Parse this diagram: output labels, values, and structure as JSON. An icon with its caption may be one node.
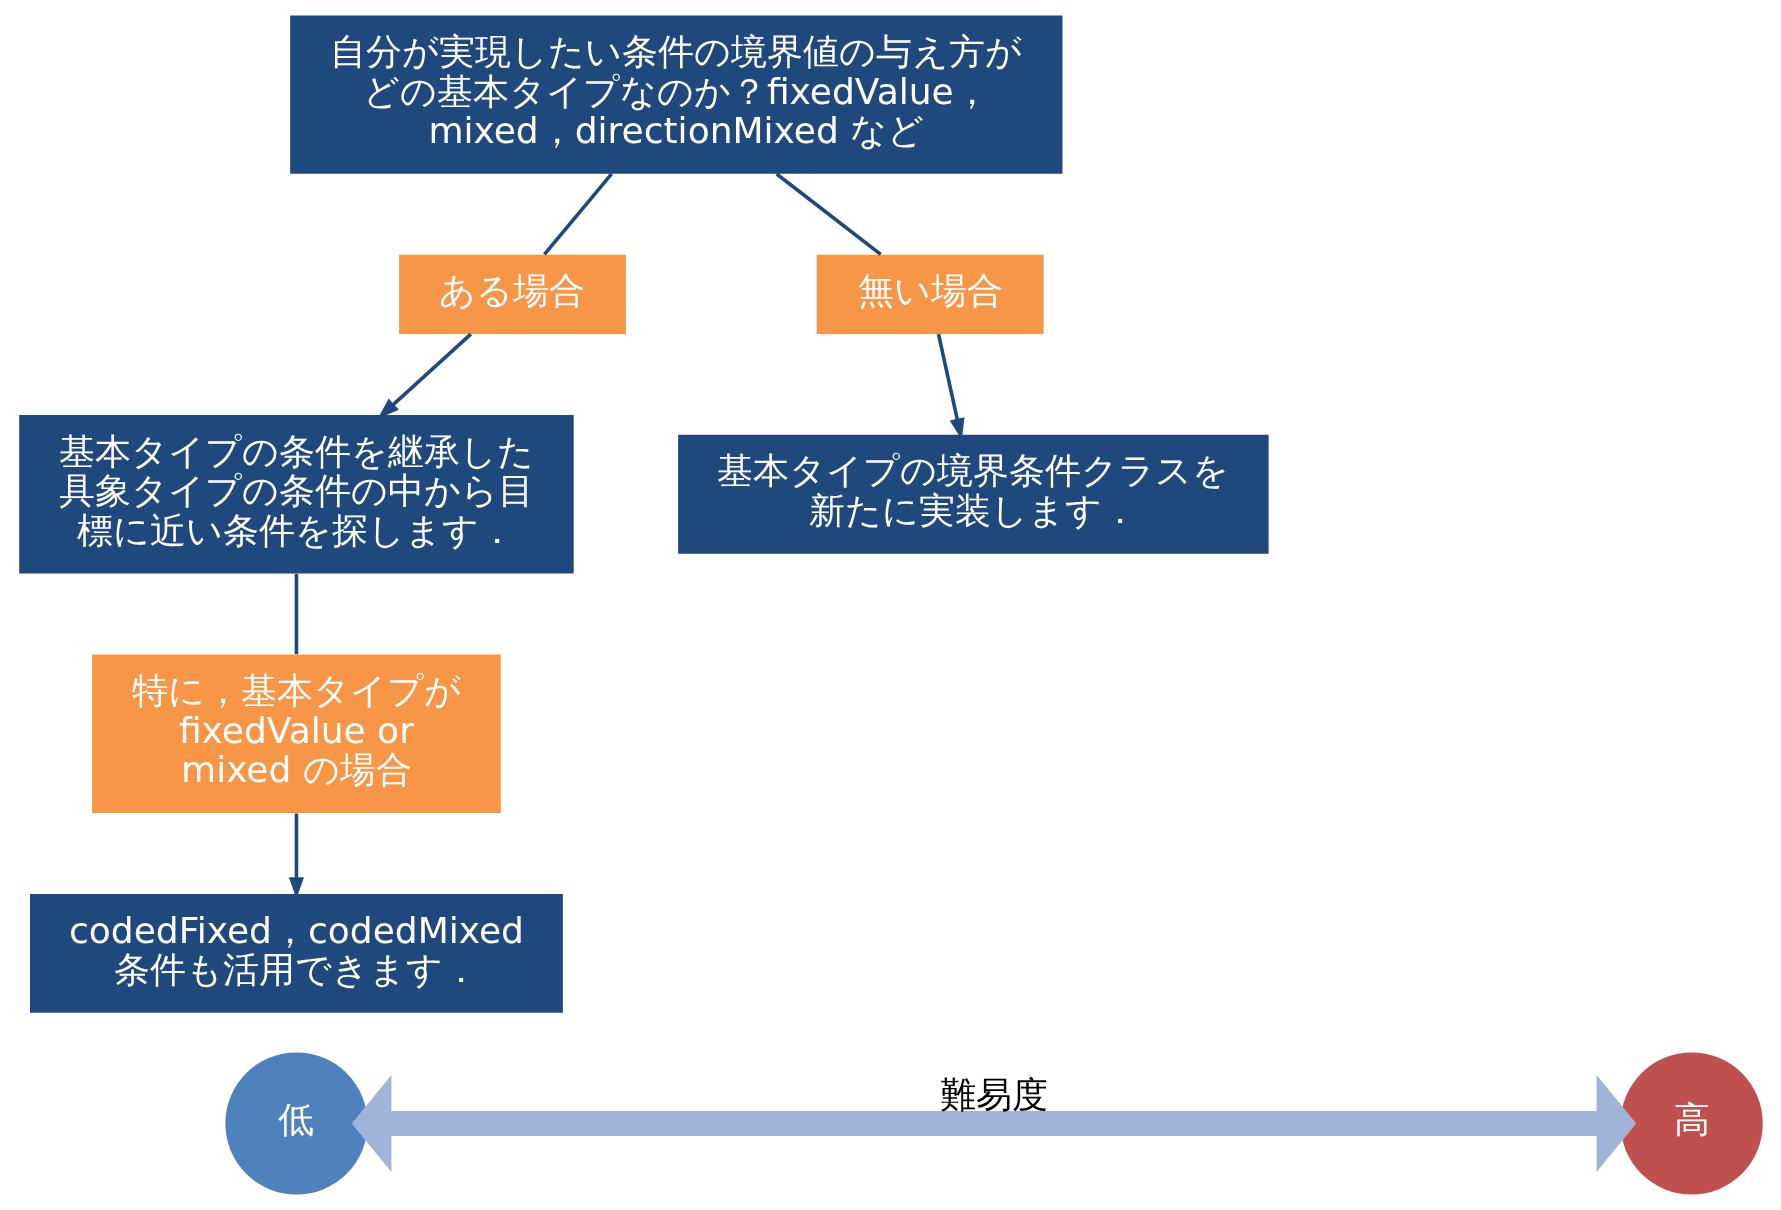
{
  "diagram": {
    "nodes": [
      {
        "text": [
          "自分が実現したい条件の境界値の与え方がどの基本タイプなのか？fixedValue，mixed，directionMixed など"
        ]
      },
      {
        "text": [
          "ある場合"
        ]
      },
      {
        "text": [
          "無い場合"
        ]
      },
      {
        "text": [
          "基本タイプの条件を継承した具象タイプの条件の中から目標に近い条件を探します．"
        ]
      },
      {
        "text": [
          "基本タイプの境界条件クラスを新たに実装します．"
        ]
      },
      {
        "text": [
          "特に，基本タイプがfixedValue or mixed の場合"
        ]
      },
      {
        "text": [
          "codedFixed，codedMixed 条件も活用できます．"
        ]
      },
      {
        "text": [
          "低"
        ]
      },
      {
        "text": [
          "高"
        ]
      }
    ],
    "edges": [
      {
        "from": 0,
        "to": 1,
        "arrow": "none"
      },
      {
        "from": 1,
        "to": 3,
        "arrow": "to"
      },
      {
        "from": 0,
        "to": 2,
        "arrow": "none"
      },
      {
        "from": 2,
        "to": 4,
        "arrow": "to"
      },
      {
        "from": 3,
        "to": 5,
        "arrow": "none"
      },
      {
        "from": 5,
        "to": 6,
        "arrow": "to"
      },
      {
        "from": 7,
        "to": 8,
        "arrow": "both",
        "label": "難易度",
        "style": "thick",
        "color": "#9fb4d8"
      }
    ]
  }
}
